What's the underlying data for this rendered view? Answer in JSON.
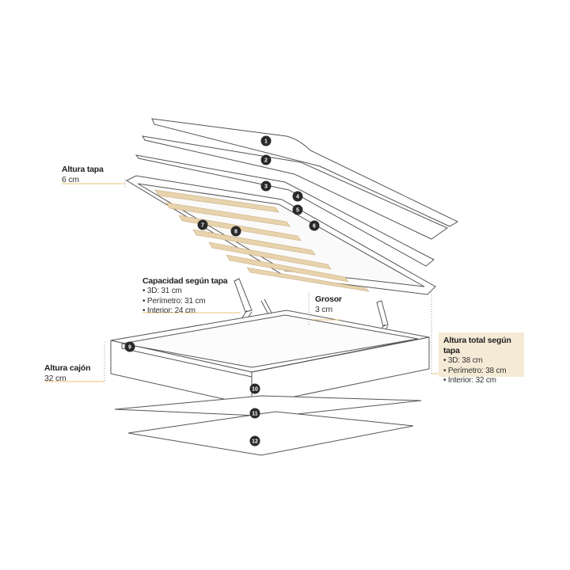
{
  "labels": {
    "altura_tapa": {
      "title": "Altura tapa",
      "value": "6 cm"
    },
    "capacidad": {
      "title": "Capacidad según tapa",
      "items": [
        "3D: 31 cm",
        "Perímetro: 31 cm",
        "Interior: 24 cm"
      ]
    },
    "grosor": {
      "title": "Grosor",
      "value": "3 cm"
    },
    "altura_cajon": {
      "title": "Altura cajón",
      "value": "32 cm"
    },
    "altura_total": {
      "title": "Altura total según tapa",
      "items": [
        "3D: 38 cm",
        "Perímetro: 38 cm",
        "Interior: 32 cm"
      ]
    }
  },
  "callouts": [
    "1",
    "2",
    "3",
    "4",
    "5",
    "6",
    "7",
    "8",
    "9",
    "10",
    "11",
    "12"
  ],
  "colors": {
    "line": "#555555",
    "dim_line": "#e8c27a",
    "slat": "#e8d3ad",
    "callout_fill": "#2a2a2a",
    "box_bg": "#f5ead5"
  }
}
